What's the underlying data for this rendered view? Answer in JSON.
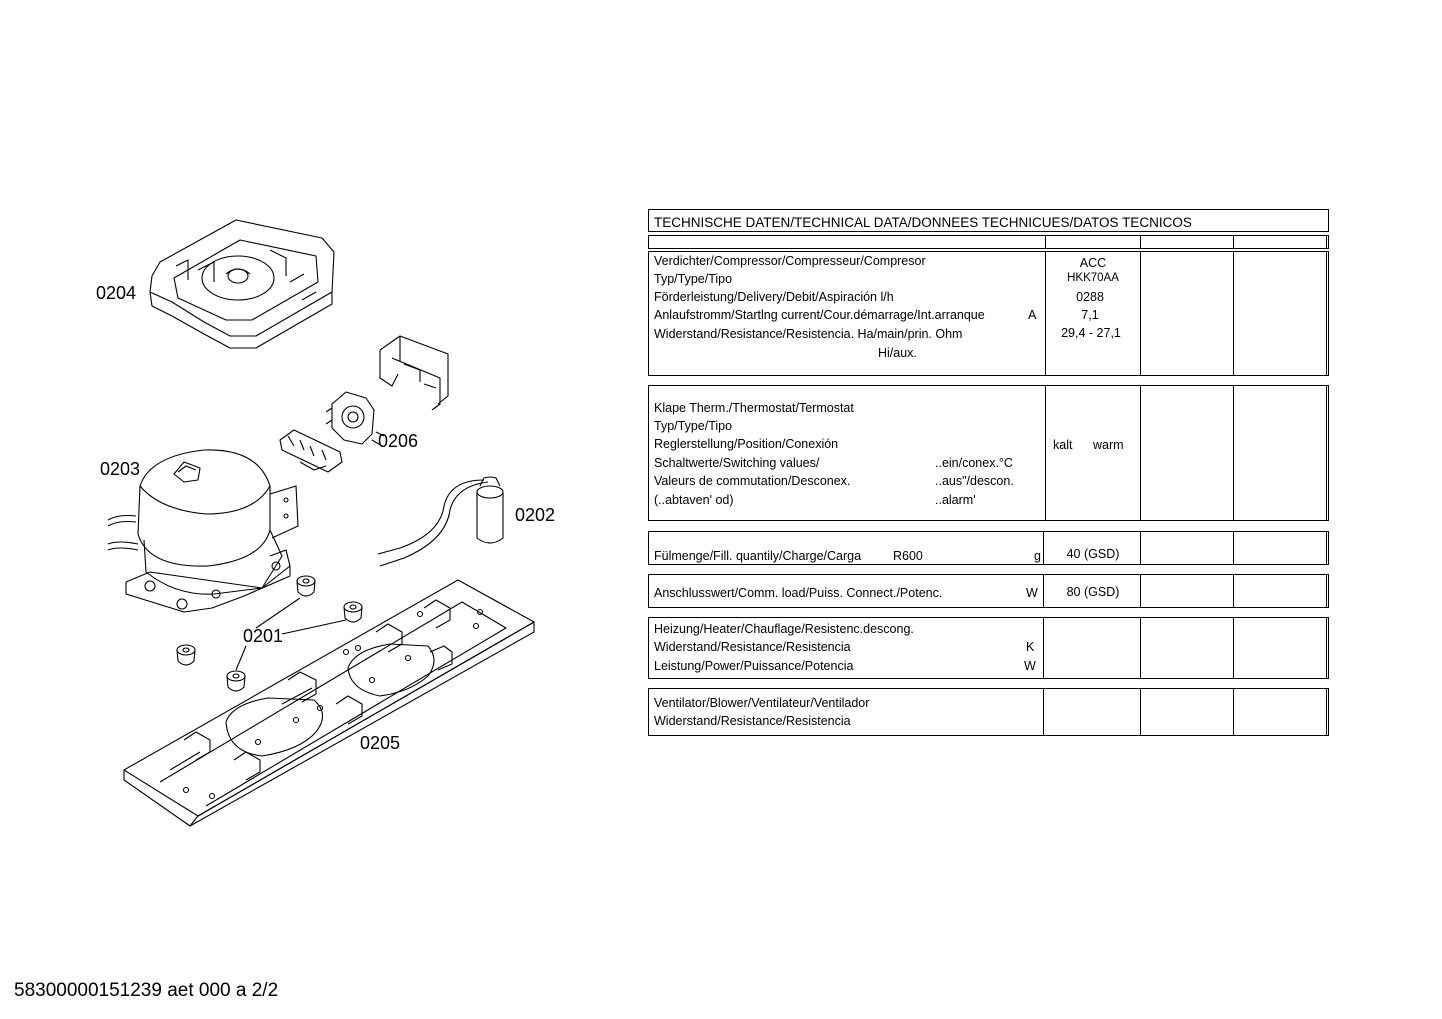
{
  "parts": {
    "p0204": "0204",
    "p0206": "0206",
    "p0203": "0203",
    "p0202": "0202",
    "p0201": "0201",
    "p0205": "0205"
  },
  "table": {
    "title": "TECHNISCHE DATEN/TECHNICAL DATA/DONNEES TECHNICUES/DATOS TECNICOS",
    "compressor": {
      "labels": [
        "Verdichter/Compressor/Compresseur/Compresor",
        "Typ/Type/Tipo",
        "Förderleistung/Delivery/Debit/Aspiración l/h",
        "Anlaufstromm/Startlng current/Cour.démarrage/Int.arranque",
        "Widerstand/Resistance/Resistencia. Ha/main/prin. Ohm",
        "Hi/aux."
      ],
      "unit_a": "A",
      "values": [
        "ACC",
        "HKK70AA",
        "0288",
        "7,1",
        "29,4 - 27,1"
      ]
    },
    "thermostat": {
      "labels": [
        "Klape Therm./Thermostat/Termostat",
        "Typ/Type/Tipo",
        "Reglerstellung/Position/Conexión",
        "Schaltwerte/Switching values/",
        "Valeurs de commutation/Desconex.",
        "(..abtaven' od)"
      ],
      "sub_labels": [
        "..ein/conex.°C",
        "..aus\"/descon.",
        "..alarm'"
      ],
      "value_kalt": "kalt",
      "value_warm": "warm"
    },
    "fill": {
      "label": "Fülmenge/Fill. quantily/Charge/Carga",
      "refrigerant": "R600",
      "unit": "g",
      "value": "40 (GSD)"
    },
    "load": {
      "label": "Anschlusswert/Comm. load/Puiss. Connect./Potenc.",
      "unit": "W",
      "value": "80 (GSD)"
    },
    "heater": {
      "labels": [
        "Heizung/Heater/Chauflage/Resistenc.descong.",
        "Widerstand/Resistance/Resistencia",
        "Leistung/Power/Puissance/Potencia"
      ],
      "unit_k": "K",
      "unit_w": "W"
    },
    "blower": {
      "labels": [
        "Ventilator/Blower/Ventilateur/Ventilador",
        "Widerstand/Resistance/Resistencia"
      ]
    }
  },
  "footer": "58300000151239 aet 000 a 2/2"
}
